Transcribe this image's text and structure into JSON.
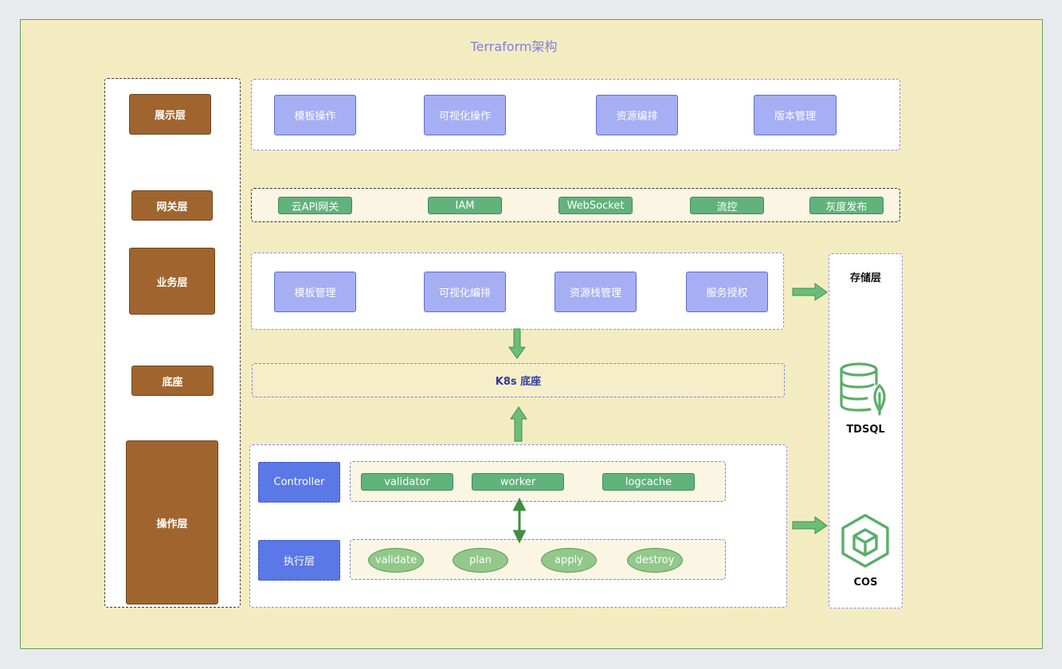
{
  "title": "Terraform架构",
  "layers": {
    "display": "展示层",
    "gateway": "网关层",
    "business": "业务层",
    "base": "底座",
    "operation": "操作层"
  },
  "display_row": [
    "模板操作",
    "可视化操作",
    "资源编排",
    "版本管理"
  ],
  "gateway_row": [
    "云API网关",
    "IAM",
    "WebSocket",
    "流控",
    "灰度发布"
  ],
  "business_row": [
    "模板管理",
    "可视化编排",
    "资源栈管理",
    "服务授权"
  ],
  "k8s": "K8s 底座",
  "controller": {
    "label": "Controller",
    "items": [
      "validator",
      "worker",
      "logcache"
    ]
  },
  "executor": {
    "label": "执行层",
    "items": [
      "validate",
      "plan",
      "apply",
      "destroy"
    ]
  },
  "storage": {
    "title": "存储层",
    "tdsql": "TDSQL",
    "cos": "COS"
  },
  "colors": {
    "canvas": "#f4ecc1",
    "layer": "#a0652e",
    "lavender": "#a6aef4",
    "green": "#62b27c",
    "blue": "#5a78e6",
    "arrow": "#5aae6a"
  }
}
